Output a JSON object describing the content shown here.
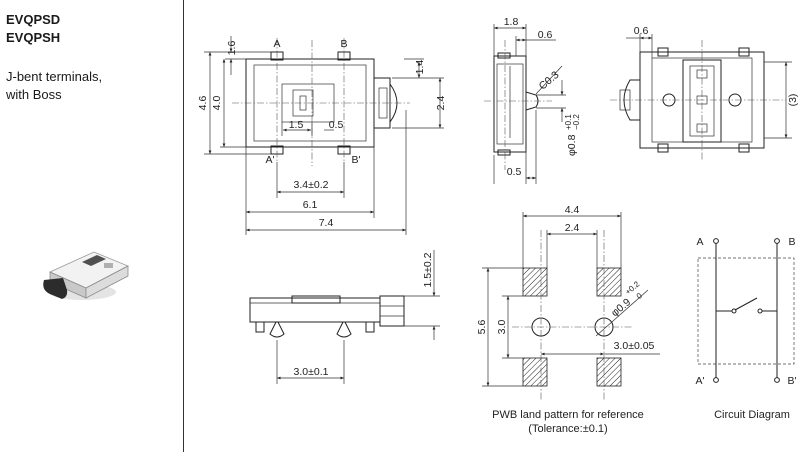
{
  "sidebar": {
    "model_1": "EVQPSD",
    "model_2": "EVQPSH",
    "description_line_1": "J-bent terminals,",
    "description_line_2": "with Boss"
  },
  "top_view": {
    "terminal_a": "A",
    "terminal_b": "B",
    "terminal_a_prime": "A'",
    "terminal_b_prime": "B'",
    "dim_1_6": "1.6",
    "dim_4_6": "4.6",
    "dim_4_0": "4.0",
    "dim_1_5": "1.5",
    "dim_0_5": "0.5",
    "dim_1_4": "1.4",
    "dim_2_4": "2.4",
    "dim_3_4": "3.4±0.2",
    "dim_6_1": "6.1",
    "dim_7_4": "7.4"
  },
  "side_view": {
    "dim_1_8": "1.8",
    "dim_0_6": "0.6",
    "dim_c0_3": "C0.3",
    "dim_phi_0_8": "φ0.8",
    "tol_0_8_upper": "+0.1",
    "tol_0_8_lower": "−0.2",
    "dim_0_5": "0.5"
  },
  "back_view": {
    "dim_0_6": "0.6",
    "dim_3": "(3)"
  },
  "front_view": {
    "dim_1_5": "1.5±0.2",
    "dim_3_0": "3.0±0.1"
  },
  "land_pattern": {
    "dim_4_4": "4.4",
    "dim_2_4": "2.4",
    "dim_5_6": "5.6",
    "dim_3_0_v": "3.0",
    "dim_phi_0_9": "φ0.9",
    "tol_0_9_upper": "+0.2",
    "tol_0_9_lower": "0",
    "dim_3_0_h": "3.0±0.05",
    "caption_line_1": "PWB land pattern for reference",
    "caption_line_2": "(Tolerance:±0.1)"
  },
  "circuit": {
    "label_a": "A",
    "label_b": "B",
    "label_a_prime": "A'",
    "label_b_prime": "B'",
    "caption": "Circuit Diagram"
  }
}
